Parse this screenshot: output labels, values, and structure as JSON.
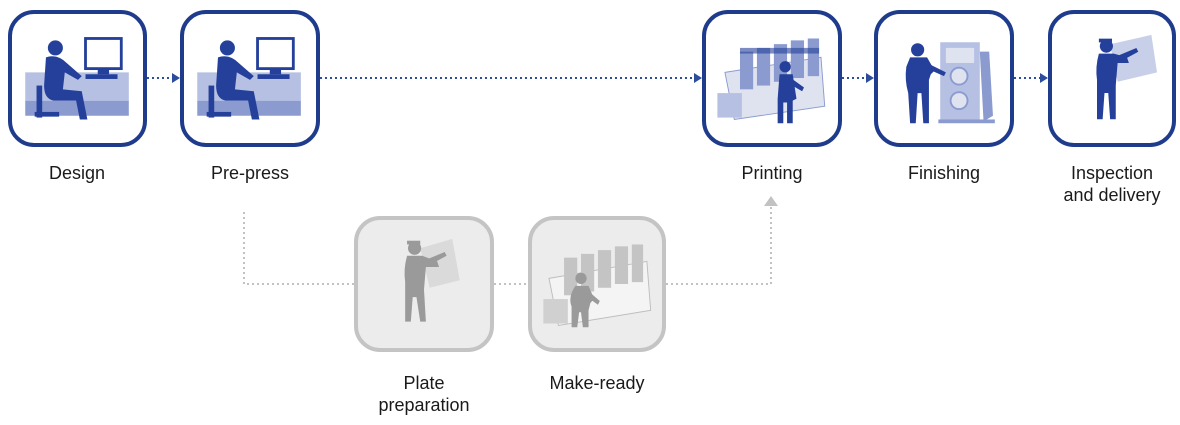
{
  "colors": {
    "active_border": "#1f3c8c",
    "active_figure": "#24409a",
    "active_desk": "#8b9bd0",
    "inactive_border": "#c4c4c4",
    "inactive_fill": "#ececec",
    "inactive_figure": "#9a9a9a",
    "connector_active": "#2c4c9c",
    "connector_inactive": "#c2c2c2"
  },
  "stages": {
    "design": {
      "label": "Design",
      "icon": "designer-at-computer-icon"
    },
    "prepress": {
      "label": "Pre-press",
      "icon": "operator-at-computer-icon"
    },
    "printing": {
      "label": "Printing",
      "icon": "printing-press-operator-icon"
    },
    "finishing": {
      "label": "Finishing",
      "icon": "finishing-machine-operator-icon"
    },
    "inspection": {
      "label_line1": "Inspection",
      "label_line2": "and delivery",
      "icon": "inspector-holding-sheet-icon"
    },
    "plate": {
      "label_line1": "Plate",
      "label_line2": "preparation",
      "icon": "plate-inspector-icon"
    },
    "makeready": {
      "label": "Make-ready",
      "icon": "press-setup-operator-icon"
    }
  }
}
